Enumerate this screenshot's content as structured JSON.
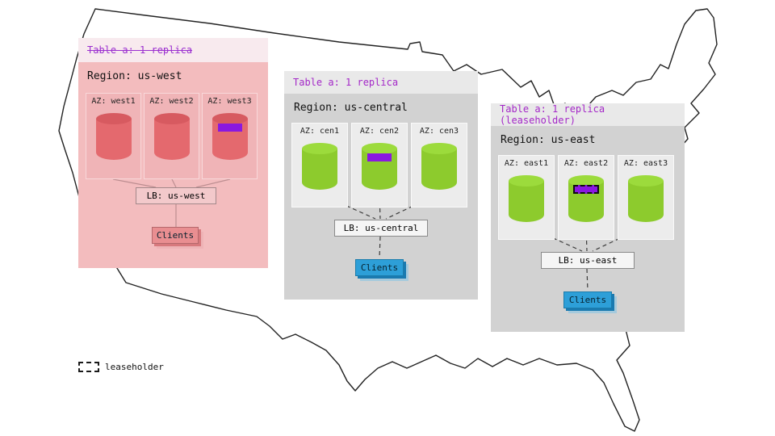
{
  "map": {
    "name": "united-states-outline"
  },
  "legend": {
    "label": "leaseholder"
  },
  "colors": {
    "replica_purple": "#8a18e0",
    "west_red": "#e4696e",
    "replica_green": "#8dcb2d",
    "clients_blue": "#2d9fd8",
    "table_label_purple": "#a428c8"
  },
  "regions": [
    {
      "table_label": "Table a: 1 replica",
      "table_label_struck": true,
      "region_label": "Region: us-west",
      "azs": [
        {
          "label": "AZ: west1",
          "has_replica_chip": false,
          "leaseholder": false
        },
        {
          "label": "AZ: west2",
          "has_replica_chip": false,
          "leaseholder": false
        },
        {
          "label": "AZ: west3",
          "has_replica_chip": true,
          "leaseholder": false
        }
      ],
      "lb_label": "LB: us-west",
      "clients_label": "Clients"
    },
    {
      "table_label": "Table a: 1 replica",
      "table_label_struck": false,
      "region_label": "Region: us-central",
      "azs": [
        {
          "label": "AZ: cen1",
          "has_replica_chip": false,
          "leaseholder": false
        },
        {
          "label": "AZ: cen2",
          "has_replica_chip": true,
          "leaseholder": false
        },
        {
          "label": "AZ: cen3",
          "has_replica_chip": false,
          "leaseholder": false
        }
      ],
      "lb_label": "LB: us-central",
      "clients_label": "Clients"
    },
    {
      "table_label": "Table a: 1 replica (leaseholder)",
      "table_label_struck": false,
      "region_label": "Region: us-east",
      "azs": [
        {
          "label": "AZ: east1",
          "has_replica_chip": false,
          "leaseholder": false
        },
        {
          "label": "AZ: east2",
          "has_replica_chip": true,
          "leaseholder": true
        },
        {
          "label": "AZ: east3",
          "has_replica_chip": false,
          "leaseholder": false
        }
      ],
      "lb_label": "LB: us-east",
      "clients_label": "Clients"
    }
  ]
}
